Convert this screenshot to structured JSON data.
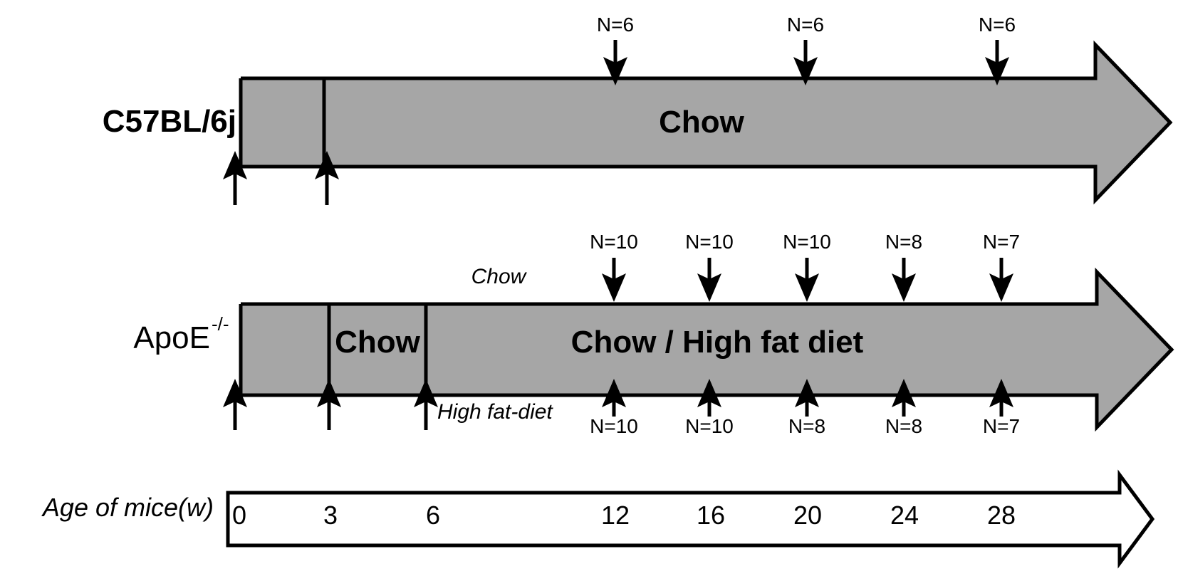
{
  "figure": {
    "type": "experimental-timeline-diagram",
    "background_color": "#ffffff",
    "bar_fill_color": "#a6a6a6",
    "stroke_color": "#000000"
  },
  "rows": [
    {
      "id": "c57bl6j",
      "strain_label": "C57BL/6j",
      "strain_superscript": "",
      "bar_text": "Chow",
      "segment_dividers_weeks": [
        3
      ],
      "start_arrows": [
        {
          "week": 0,
          "label": ""
        },
        {
          "week": 3,
          "label": ""
        }
      ],
      "sampling_arrows_top": [
        {
          "week": 12,
          "label": "N=6"
        },
        {
          "week": 20,
          "label": "N=6"
        },
        {
          "week": 28,
          "label": "N=6"
        }
      ],
      "sampling_arrows_bottom": []
    },
    {
      "id": "apoe-ko",
      "strain_label": "ApoE",
      "strain_superscript": "-/-",
      "bar_text": "Chow / High fat diet",
      "segment_label": "Chow",
      "segment_dividers_weeks": [
        3,
        6
      ],
      "annotation_top": "Chow",
      "annotation_bottom": "High fat-diet",
      "start_arrows": [
        {
          "week": 0,
          "label": ""
        },
        {
          "week": 3,
          "label": ""
        },
        {
          "week": 6,
          "label": ""
        }
      ],
      "sampling_arrows_top": [
        {
          "week": 12,
          "label": "N=10"
        },
        {
          "week": 16,
          "label": "N=10"
        },
        {
          "week": 20,
          "label": "N=10"
        },
        {
          "week": 24,
          "label": "N=8"
        },
        {
          "week": 28,
          "label": "N=7"
        }
      ],
      "sampling_arrows_bottom": [
        {
          "week": 12,
          "label": "N=10"
        },
        {
          "week": 16,
          "label": "N=10"
        },
        {
          "week": 20,
          "label": "N=8"
        },
        {
          "week": 24,
          "label": "N=8"
        },
        {
          "week": 28,
          "label": "N=7"
        }
      ]
    }
  ],
  "axis": {
    "caption": "Age of mice(w)",
    "ticks": [
      "0",
      "3",
      "6",
      "12",
      "16",
      "20",
      "24",
      "28"
    ],
    "tick_weeks": [
      0,
      3,
      6,
      12,
      16,
      20,
      24,
      28
    ],
    "unit": "w"
  }
}
